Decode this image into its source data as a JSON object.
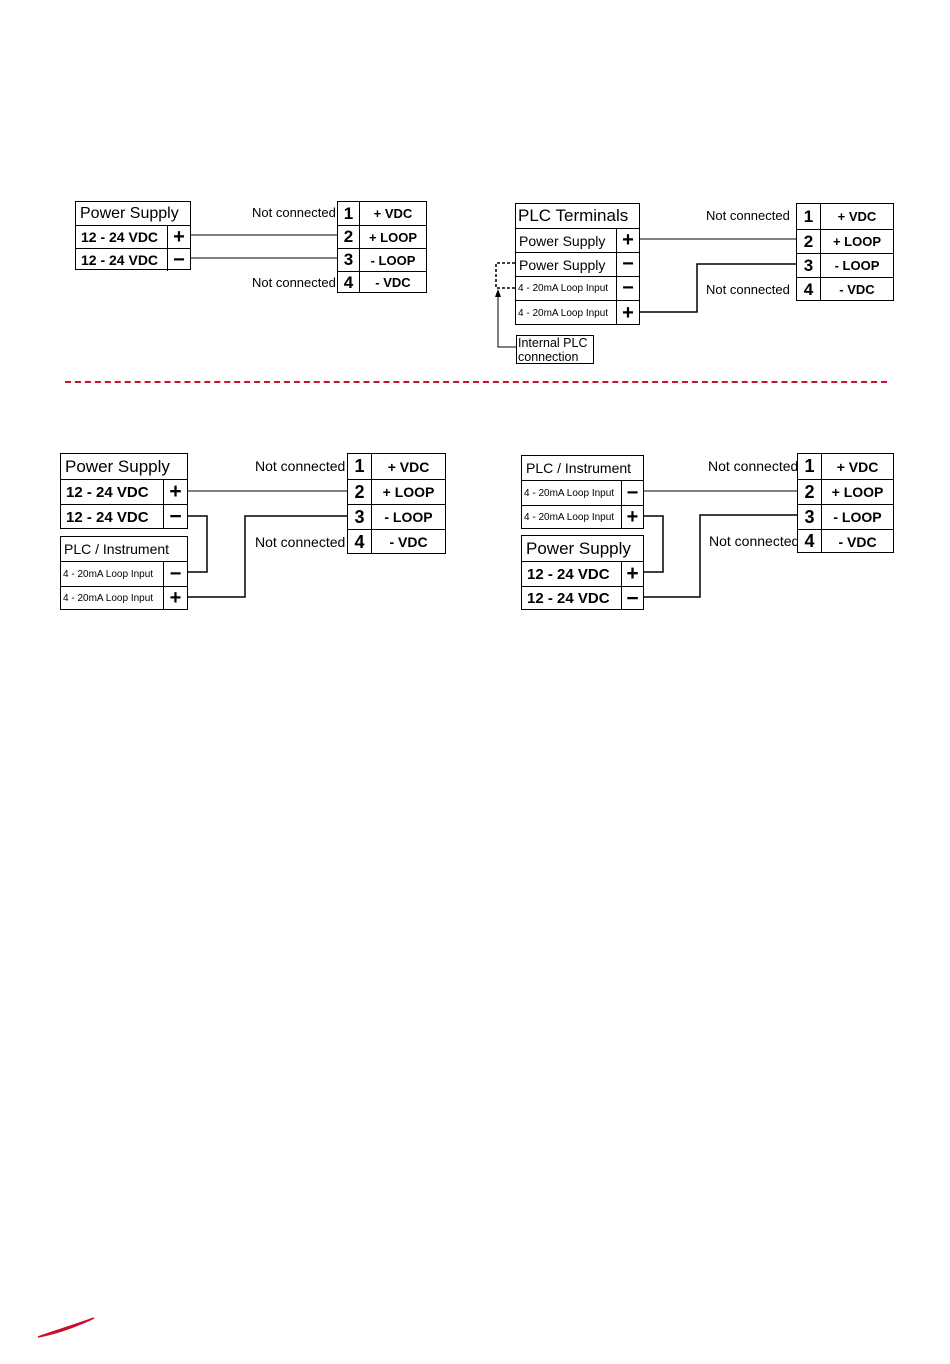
{
  "colors": {
    "accent": "#c8102e",
    "line": "#000000"
  },
  "common": {
    "not_connected": "Not connected",
    "plus": "+",
    "minus": "−"
  },
  "terminal_block": {
    "rows": [
      {
        "num": "1",
        "label": "+ VDC"
      },
      {
        "num": "2",
        "label": "+ LOOP"
      },
      {
        "num": "3",
        "label": "- LOOP"
      },
      {
        "num": "4",
        "label": "- VDC"
      }
    ]
  },
  "diagram1": {
    "supply_title": "Power Supply",
    "supply_pos": "12 - 24 VDC",
    "supply_neg": "12 - 24 VDC"
  },
  "diagram2": {
    "plc_title": "PLC Terminals",
    "ps_pos": "Power Supply",
    "ps_neg": "Power Supply",
    "loop_neg": "4 - 20mA Loop Input",
    "loop_pos": "4 - 20mA Loop Input",
    "callout": "Internal PLC connection"
  },
  "diagram3": {
    "supply_title": "Power Supply",
    "supply_pos": "12 - 24 VDC",
    "supply_neg": "12 - 24 VDC",
    "inst_title": "PLC / Instrument",
    "loop_neg": "4 - 20mA Loop Input",
    "loop_pos": "4 - 20mA Loop Input"
  },
  "diagram4": {
    "inst_title": "PLC / Instrument",
    "loop_neg": "4 - 20mA Loop Input",
    "loop_pos": "4 - 20mA Loop Input",
    "supply_title": "Power Supply",
    "supply_pos": "12 - 24 VDC",
    "supply_neg": "12 - 24 VDC"
  }
}
